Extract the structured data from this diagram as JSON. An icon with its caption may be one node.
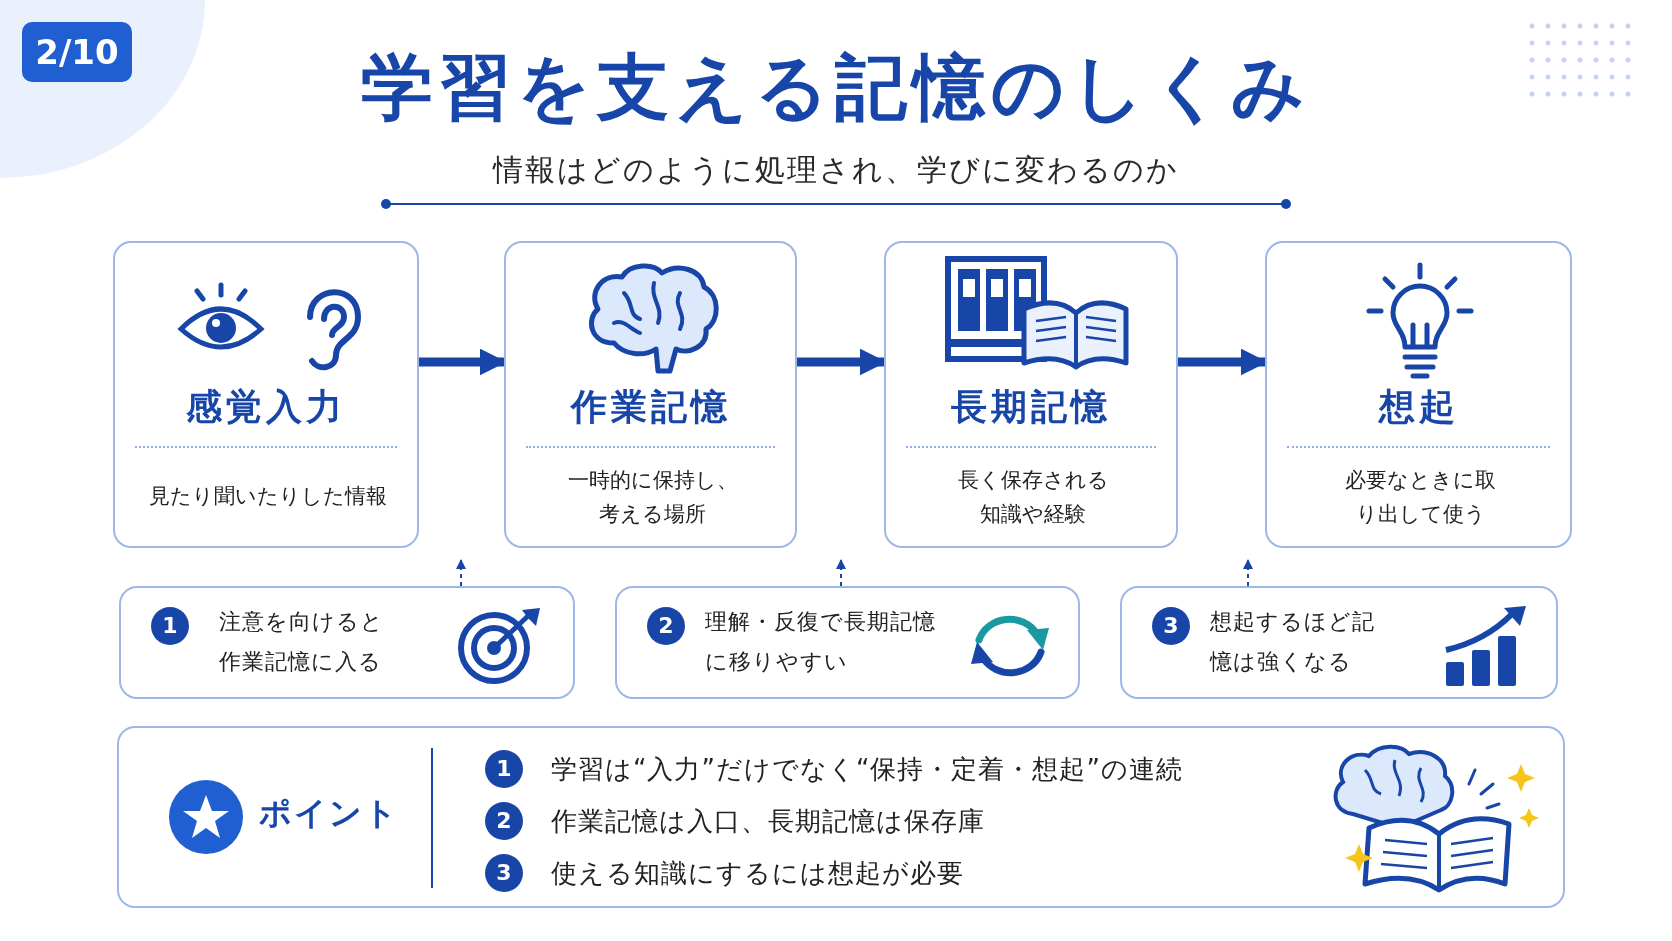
{
  "diagram": {
    "title": "学習を支える記憶のしくみ",
    "nodes": [
      {
        "text": [
          "感覚入力",
          "見たり聞いたりした情報"
        ]
      },
      {
        "text": [
          "作業記憶",
          "一時的に保持し、考える場所"
        ]
      },
      {
        "text": [
          "長期記憶",
          "長く保存される知識や経験"
        ]
      },
      {
        "text": [
          "想起",
          "必要なときに取り出して使う"
        ]
      },
      {
        "text": [
          "1",
          "注意を向けると作業記憶に入る"
        ]
      },
      {
        "text": [
          "2",
          "理解・反復で長期記憶に移りやすい"
        ]
      },
      {
        "text": [
          "3",
          "想起するほど記憶は強くなる"
        ]
      },
      {
        "text": [
          "ポイント",
          "1",
          "学習は“入力”だけでなく“保持・定着・想起”の連続",
          "2",
          "作業記憶は入口、長期記憶は保存庫",
          "3",
          "使える知識にするには想起が必要"
        ]
      }
    ],
    "edges": [
      {
        "from": 0,
        "to": 1,
        "arrow": "to",
        "style": "thick"
      },
      {
        "from": 1,
        "to": 2,
        "arrow": "to",
        "style": "thick"
      },
      {
        "from": 2,
        "to": 3,
        "arrow": "to",
        "style": "thick"
      },
      {
        "from": 4,
        "to": null,
        "arrow": "to",
        "style": "dashed"
      },
      {
        "from": 5,
        "to": null,
        "arrow": "to",
        "style": "dashed"
      },
      {
        "from": 6,
        "to": null,
        "arrow": "to",
        "style": "dashed"
      }
    ],
    "labels": [
      "2/10",
      "情報はどのように処理され、学びに変わるのか"
    ]
  }
}
